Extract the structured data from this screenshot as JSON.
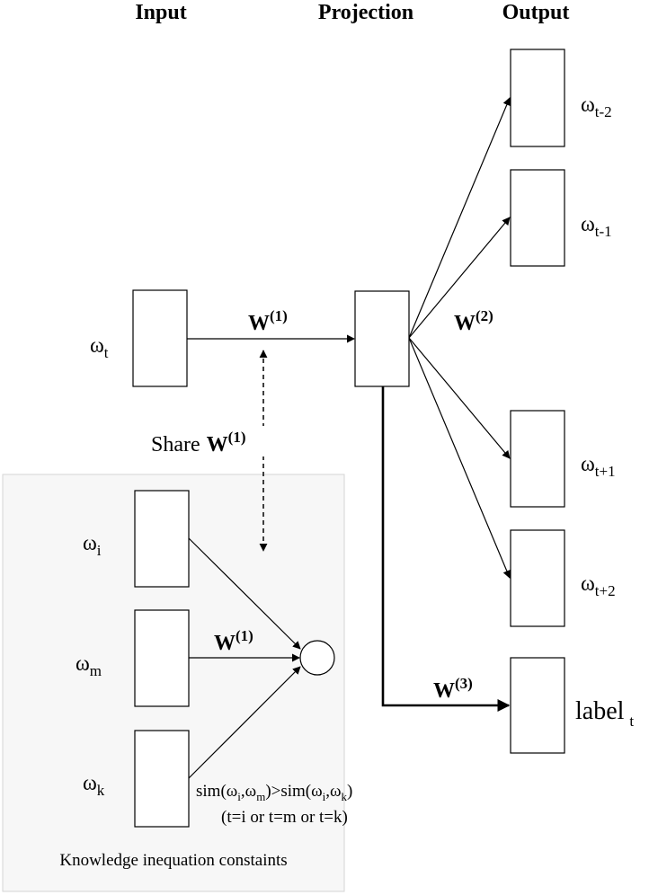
{
  "headers": {
    "input": "Input",
    "projection": "Projection",
    "output": "Output"
  },
  "input_node": {
    "symbol": "ω",
    "sub": "t"
  },
  "outputs": [
    {
      "symbol": "ω",
      "sub": "t-2"
    },
    {
      "symbol": "ω",
      "sub": "t-1"
    },
    {
      "symbol": "ω",
      "sub": "t+1"
    },
    {
      "symbol": "ω",
      "sub": "t+2"
    }
  ],
  "label_output": {
    "text": "label",
    "sub": "t"
  },
  "weights": {
    "w1": {
      "main": "W",
      "sup": "(1)"
    },
    "w2": {
      "main": "W",
      "sup": "(2)"
    },
    "w3": {
      "main": "W",
      "sup": "(3)"
    }
  },
  "share": {
    "text": "Share",
    "main": "W",
    "sup": "(1)"
  },
  "knowledge": {
    "title": "Knowledge inequation constaints",
    "nodes": [
      {
        "symbol": "ω",
        "sub": "i"
      },
      {
        "symbol": "ω",
        "sub": "m"
      },
      {
        "symbol": "ω",
        "sub": "k"
      }
    ],
    "weight": {
      "main": "W",
      "sup": "(1)"
    },
    "sim": {
      "a": "sim(ω",
      "a_sub": "i",
      "b": ",ω",
      "b_sub": "m",
      "c": ")>sim(ω",
      "c_sub": "i",
      "d": ",ω",
      "d_sub": "k",
      "e": ")"
    },
    "condition": "(t=i or t=m or t=k)"
  }
}
